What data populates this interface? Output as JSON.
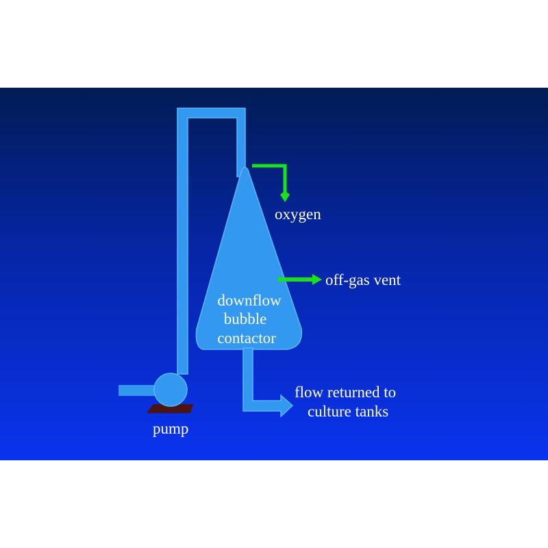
{
  "labels": {
    "oxygen": "oxygen",
    "off_gas_vent": "off-gas vent",
    "contactor_line1": "downflow",
    "contactor_line2": "bubble",
    "contactor_line3": "contactor",
    "flow_line1": "flow returned to",
    "flow_line2": "culture tanks",
    "pump": "pump"
  },
  "colors": {
    "background_top": "#021c55",
    "background_bottom": "#0a33ee",
    "pipe": "#3399f0",
    "pipe_edge": "#5ab6ff",
    "gas_line": "#19e21a",
    "pump_base": "#4a1410",
    "text": "#ffffff"
  }
}
